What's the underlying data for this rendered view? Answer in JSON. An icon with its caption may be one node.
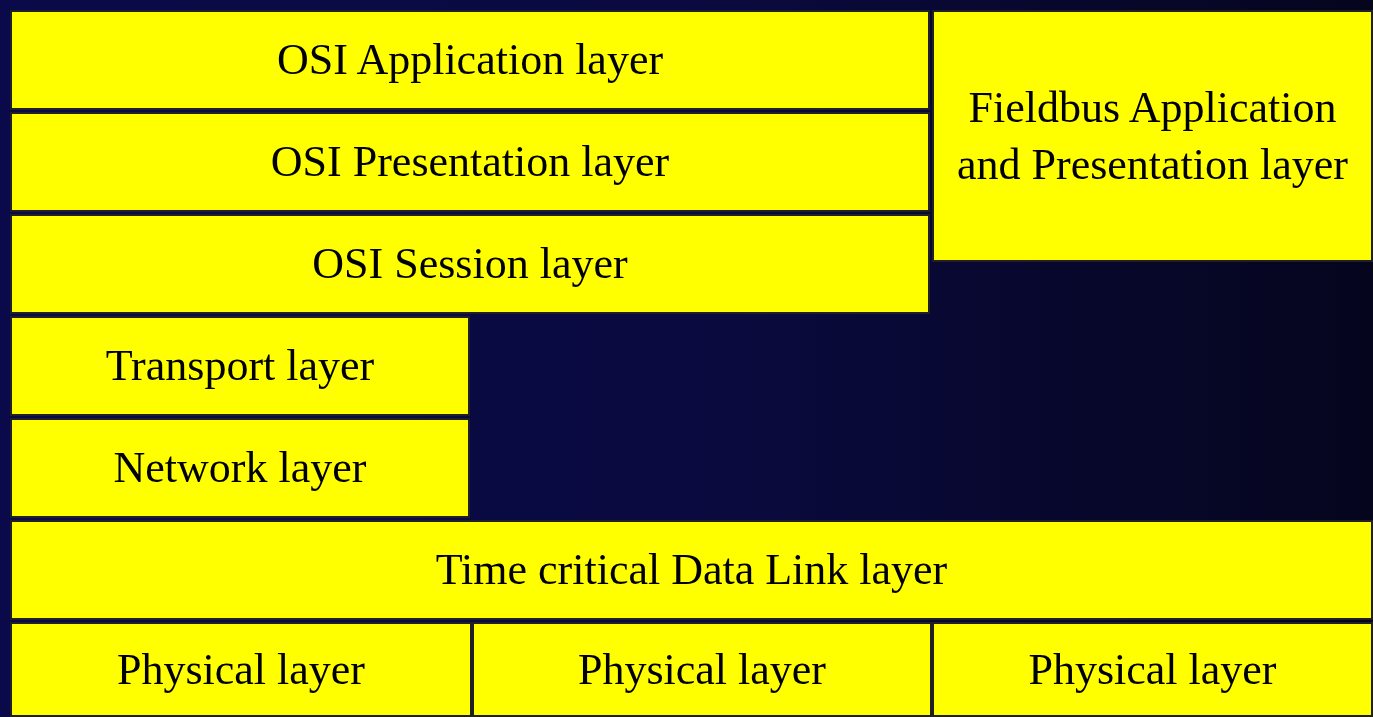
{
  "diagram": {
    "nodes": [
      {
        "text": [
          "OSI Application layer"
        ]
      },
      {
        "text": [
          "Fieldbus Application and Presentation layer"
        ]
      },
      {
        "text": [
          "OSI Presentation layer"
        ]
      },
      {
        "text": [
          "OSI Session layer"
        ]
      },
      {
        "text": [
          "Transport layer"
        ]
      },
      {
        "text": [
          "Network layer"
        ]
      },
      {
        "text": [
          "Time critical Data Link layer"
        ]
      },
      {
        "text": [
          "Physical layer"
        ]
      },
      {
        "text": [
          "Physical layer"
        ]
      },
      {
        "text": [
          "Physical layer"
        ]
      }
    ]
  }
}
